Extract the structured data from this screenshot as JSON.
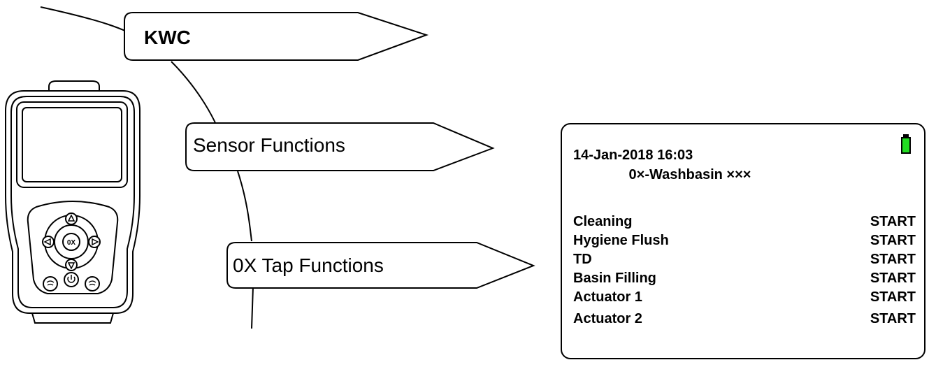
{
  "menu_tags": [
    {
      "label": "KWC"
    },
    {
      "label": "Sensor Functions"
    },
    {
      "label": "0X Tap Functions"
    }
  ],
  "device": {
    "button_label": "0X"
  },
  "screen": {
    "datetime": "14-Jan-2018 16:03",
    "device_name": "0×-Washbasin ×××",
    "battery_color": "#22dd22",
    "rows": [
      {
        "label": "Cleaning",
        "action": "START"
      },
      {
        "label": "Hygiene Flush",
        "action": "START"
      },
      {
        "label": "TD",
        "action": "START"
      },
      {
        "label": "Basin Filling",
        "action": "START"
      },
      {
        "label": "Actuator 1",
        "action": "START"
      },
      {
        "label": "Actuator 2",
        "action": "START"
      }
    ]
  }
}
